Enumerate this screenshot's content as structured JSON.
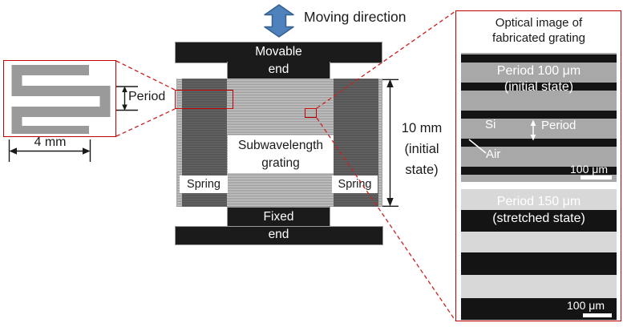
{
  "moving_direction_label": "Moving direction",
  "left_inset": {
    "period_label": "Period",
    "scale_label": "4 mm"
  },
  "device": {
    "movable_end": [
      "Movable",
      "end"
    ],
    "fixed_end": [
      "Fixed",
      "end"
    ],
    "grating_label": [
      "Subwavelength",
      "grating"
    ],
    "spring_left_label": "Spring",
    "spring_right_label": "Spring",
    "dimension_label": [
      "10 mm",
      "(initial",
      "state)"
    ]
  },
  "panel": {
    "title": [
      "Optical image of",
      "fabricated grating"
    ],
    "image_initial": {
      "caption": [
        "Period 100 μm",
        "(initial state)"
      ],
      "si_label": "Si",
      "period_label": "Period",
      "air_label": "Air",
      "scale_label": "100 μm"
    },
    "image_stretched": {
      "caption": [
        "Period 150 μm",
        "(stretched state)"
      ],
      "scale_label": "100 μm"
    }
  },
  "colors": {
    "accent_red": "#c00000",
    "arrow_blue": "#4f81bd",
    "device_black": "#1b1b1b",
    "spring_gray": "#575757",
    "grating_light": "#cbcbcb",
    "grating_dark": "#969696",
    "image_initial_bg": "#a8a8a8",
    "image_stretched_bg": "#d8d8d8",
    "stripe_black": "#141414"
  }
}
